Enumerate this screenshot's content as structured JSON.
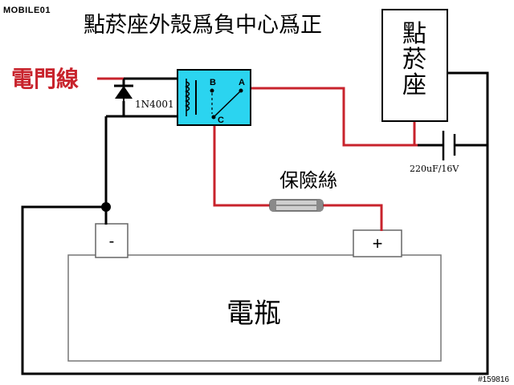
{
  "watermark": {
    "brand": "MOBILE01",
    "post_id": "#159816"
  },
  "title": "點菸座外殼爲負中心爲正",
  "labels": {
    "door_wire": "電門線",
    "diode": "1N4001",
    "fuse": "保險絲",
    "capacitor": "220uF/16V",
    "battery": "電瓶",
    "battery_negative": "-",
    "battery_positive": "+",
    "socket_line1": "點",
    "socket_line2": "菸",
    "socket_line3": "座",
    "relay_pin_a": "A",
    "relay_pin_b": "B",
    "relay_pin_c": "C"
  },
  "colors": {
    "red_wire": "#c8232c",
    "black_wire": "#000000",
    "relay_fill": "#2bd4f0",
    "relay_border": "#000000",
    "door_wire_text": "#c8232c"
  },
  "icons": [
    "diode-icon",
    "relay-coil-icon",
    "switch-icon",
    "fuse-icon",
    "capacitor-icon",
    "ground-junction-icon"
  ]
}
